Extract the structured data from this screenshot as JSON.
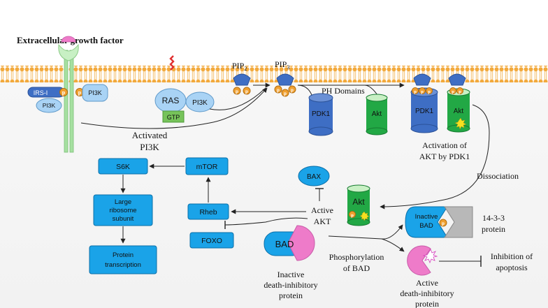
{
  "title": "Extracellular growth factor",
  "labels": {
    "pip2_main": "PIP",
    "pip2_sub": "2",
    "pip3_main": "PIP",
    "pip3_sub": "3",
    "ph_domains": "PH Domains",
    "activated_pi3k_line1": "Activated",
    "activated_pi3k_line2": "PI3K",
    "activation_akt_line1": "Activation of",
    "activation_akt_line2": "AKT by PDK1",
    "dissociation": "Dissociation",
    "active_akt_line1": "Active",
    "active_akt_line2": "AKT",
    "inactive_dip_line1": "Inactive",
    "inactive_dip_line2": "death-inhibitory",
    "inactive_dip_line3": "protein",
    "phospho_bad_line1": "Phosphorylation",
    "phospho_bad_line2": "of BAD",
    "active_dip_line1": "Active",
    "active_dip_line2": "death-inhibitory",
    "active_dip_line3": "protein",
    "inhibition_line1": "Inhibition of",
    "inhibition_line2": "apoptosis",
    "protein_1433_line1": "14-3-3",
    "protein_1433_line2": "protein"
  },
  "proteins": {
    "irs1": "IRS-I",
    "pi3k_left": "PI3K",
    "pi3k_right": "PI3K",
    "ras": "RAS",
    "gtp": "GTP",
    "pi3k_ras": "PI3K",
    "pdk1": "PDK1",
    "akt": "Akt",
    "pdk1_active": "PDK1",
    "akt_active": "Akt",
    "akt_dissociated": "Akt",
    "bax": "BAX",
    "bad": "BAD",
    "inactive_bad_line1": "Inactive",
    "inactive_bad_line2": "BAD",
    "phospho": "p"
  },
  "pathway_boxes": {
    "s6k": "S6K",
    "mtor": "mTOR",
    "ribosome_line1": "Large",
    "ribosome_line2": "ribosome",
    "ribosome_line3": "subunit",
    "protein_line1": "Protein",
    "protein_line2": "transcription",
    "rheb": "Rheb",
    "foxo": "FOXO"
  },
  "colors": {
    "box_fill": "#1aa3e8",
    "box_stroke": "#0b6fa8",
    "dark_blue": "#3e6ec4",
    "light_blue": "#a9d3f5",
    "green": "#22a845",
    "light_green": "#c8f0c4",
    "orange": "#f0a030",
    "membrane": "#f2a93c",
    "pink": "#ee7bc9"
  }
}
